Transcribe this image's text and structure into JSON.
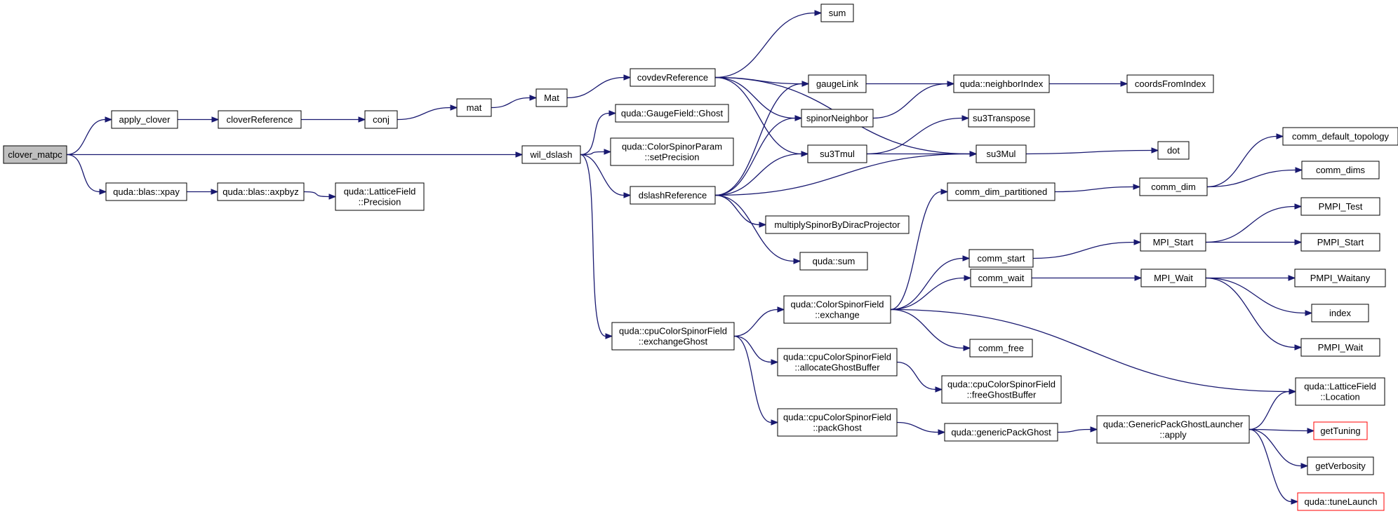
{
  "colors": {
    "edge": "#191970",
    "node_border": "#000000",
    "truncated_border": "#ff0000",
    "root_fill": "#bfbfbf",
    "node_fill": "#ffffff"
  },
  "nodes": [
    {
      "id": "clover_matpc",
      "lines": [
        "clover_matpc"
      ],
      "root": true
    },
    {
      "id": "apply_clover",
      "lines": [
        "apply_clover"
      ]
    },
    {
      "id": "cloverReference",
      "lines": [
        "cloverReference"
      ]
    },
    {
      "id": "conj",
      "lines": [
        "conj"
      ]
    },
    {
      "id": "mat",
      "lines": [
        "mat"
      ]
    },
    {
      "id": "Mat",
      "lines": [
        "Mat"
      ]
    },
    {
      "id": "covdevReference",
      "lines": [
        "covdevReference"
      ]
    },
    {
      "id": "sum",
      "lines": [
        "sum"
      ]
    },
    {
      "id": "gaugeLink",
      "lines": [
        "gaugeLink"
      ]
    },
    {
      "id": "neighborIndex",
      "lines": [
        "quda::neighborIndex"
      ]
    },
    {
      "id": "coordsFromIndex",
      "lines": [
        "coordsFromIndex"
      ]
    },
    {
      "id": "GaugeFieldGhost",
      "lines": [
        "quda::GaugeField::Ghost"
      ]
    },
    {
      "id": "spinorNeighbor",
      "lines": [
        "spinorNeighbor"
      ]
    },
    {
      "id": "su3Transpose",
      "lines": [
        "su3Transpose"
      ]
    },
    {
      "id": "setPrecision",
      "lines": [
        "quda::ColorSpinorParam",
        "::setPrecision"
      ]
    },
    {
      "id": "wil_dslash",
      "lines": [
        "wil_dslash"
      ]
    },
    {
      "id": "su3Tmul",
      "lines": [
        "su3Tmul"
      ]
    },
    {
      "id": "su3Mul",
      "lines": [
        "su3Mul"
      ]
    },
    {
      "id": "dot",
      "lines": [
        "dot"
      ]
    },
    {
      "id": "comm_default_topology",
      "lines": [
        "comm_default_topology"
      ]
    },
    {
      "id": "comm_dims",
      "lines": [
        "comm_dims"
      ]
    },
    {
      "id": "comm_dim",
      "lines": [
        "comm_dim"
      ]
    },
    {
      "id": "xpay",
      "lines": [
        "quda::blas::xpay"
      ]
    },
    {
      "id": "axpbyz",
      "lines": [
        "quda::blas::axpbyz"
      ]
    },
    {
      "id": "LatticeFieldPrecision",
      "lines": [
        "quda::LatticeField",
        "::Precision"
      ]
    },
    {
      "id": "dslashReference",
      "lines": [
        "dslashReference"
      ]
    },
    {
      "id": "comm_dim_partitioned",
      "lines": [
        "comm_dim_partitioned"
      ]
    },
    {
      "id": "multiplySpinor",
      "lines": [
        "multiplySpinorByDiracProjector"
      ]
    },
    {
      "id": "PMPI_Test",
      "lines": [
        "PMPI_Test"
      ]
    },
    {
      "id": "comm_start",
      "lines": [
        "comm_start"
      ]
    },
    {
      "id": "MPI_Start",
      "lines": [
        "MPI_Start"
      ]
    },
    {
      "id": "PMPI_Start",
      "lines": [
        "PMPI_Start"
      ]
    },
    {
      "id": "qudaSum",
      "lines": [
        "quda::sum"
      ]
    },
    {
      "id": "comm_wait",
      "lines": [
        "comm_wait"
      ]
    },
    {
      "id": "MPI_Wait",
      "lines": [
        "MPI_Wait"
      ]
    },
    {
      "id": "PMPI_Waitany",
      "lines": [
        "PMPI_Waitany"
      ]
    },
    {
      "id": "exchange",
      "lines": [
        "quda::ColorSpinorField",
        "::exchange"
      ]
    },
    {
      "id": "index",
      "lines": [
        "index"
      ]
    },
    {
      "id": "exchangeGhost",
      "lines": [
        "quda::cpuColorSpinorField",
        "::exchangeGhost"
      ]
    },
    {
      "id": "PMPI_Wait",
      "lines": [
        "PMPI_Wait"
      ]
    },
    {
      "id": "comm_free",
      "lines": [
        "comm_free"
      ]
    },
    {
      "id": "allocateGhostBuffer",
      "lines": [
        "quda::cpuColorSpinorField",
        "::allocateGhostBuffer"
      ]
    },
    {
      "id": "LatticeFieldLocation",
      "lines": [
        "quda::LatticeField",
        "::Location"
      ]
    },
    {
      "id": "freeGhostBuffer",
      "lines": [
        "quda::cpuColorSpinorField",
        "::freeGhostBuffer"
      ]
    },
    {
      "id": "packGhost",
      "lines": [
        "quda::cpuColorSpinorField",
        "::packGhost"
      ]
    },
    {
      "id": "genericPackGhost",
      "lines": [
        "quda::genericPackGhost"
      ]
    },
    {
      "id": "launcherApply",
      "lines": [
        "quda::GenericPackGhostLauncher",
        "::apply"
      ]
    },
    {
      "id": "getTuning",
      "lines": [
        "getTuning"
      ],
      "truncated": true
    },
    {
      "id": "getVerbosity",
      "lines": [
        "getVerbosity"
      ]
    },
    {
      "id": "tuneLaunch",
      "lines": [
        "quda::tuneLaunch"
      ],
      "truncated": true
    }
  ],
  "edges": [
    [
      "clover_matpc",
      "apply_clover"
    ],
    [
      "clover_matpc",
      "wil_dslash"
    ],
    [
      "clover_matpc",
      "xpay"
    ],
    [
      "apply_clover",
      "cloverReference"
    ],
    [
      "cloverReference",
      "conj"
    ],
    [
      "conj",
      "mat"
    ],
    [
      "mat",
      "Mat"
    ],
    [
      "Mat",
      "covdevReference"
    ],
    [
      "covdevReference",
      "sum"
    ],
    [
      "covdevReference",
      "gaugeLink"
    ],
    [
      "covdevReference",
      "spinorNeighbor"
    ],
    [
      "covdevReference",
      "su3Tmul"
    ],
    [
      "covdevReference",
      "su3Mul"
    ],
    [
      "gaugeLink",
      "neighborIndex"
    ],
    [
      "neighborIndex",
      "coordsFromIndex"
    ],
    [
      "spinorNeighbor",
      "neighborIndex"
    ],
    [
      "su3Tmul",
      "su3Transpose"
    ],
    [
      "su3Tmul",
      "su3Mul"
    ],
    [
      "su3Mul",
      "dot"
    ],
    [
      "wil_dslash",
      "GaugeFieldGhost"
    ],
    [
      "wil_dslash",
      "setPrecision"
    ],
    [
      "wil_dslash",
      "dslashReference"
    ],
    [
      "wil_dslash",
      "exchangeGhost"
    ],
    [
      "dslashReference",
      "gaugeLink"
    ],
    [
      "dslashReference",
      "spinorNeighbor"
    ],
    [
      "dslashReference",
      "su3Tmul"
    ],
    [
      "dslashReference",
      "su3Mul"
    ],
    [
      "dslashReference",
      "multiplySpinor"
    ],
    [
      "dslashReference",
      "qudaSum"
    ],
    [
      "xpay",
      "axpbyz"
    ],
    [
      "axpbyz",
      "LatticeFieldPrecision"
    ],
    [
      "comm_dim_partitioned",
      "comm_dim"
    ],
    [
      "comm_dim",
      "comm_default_topology"
    ],
    [
      "comm_dim",
      "comm_dims"
    ],
    [
      "exchangeGhost",
      "exchange"
    ],
    [
      "exchangeGhost",
      "allocateGhostBuffer"
    ],
    [
      "exchangeGhost",
      "packGhost"
    ],
    [
      "exchange",
      "comm_dim_partitioned"
    ],
    [
      "exchange",
      "comm_start"
    ],
    [
      "exchange",
      "comm_wait"
    ],
    [
      "exchange",
      "comm_free"
    ],
    [
      "exchange",
      "LatticeFieldLocation"
    ],
    [
      "comm_start",
      "MPI_Start"
    ],
    [
      "MPI_Start",
      "PMPI_Test"
    ],
    [
      "MPI_Start",
      "PMPI_Start"
    ],
    [
      "comm_wait",
      "MPI_Wait"
    ],
    [
      "MPI_Wait",
      "PMPI_Waitany"
    ],
    [
      "MPI_Wait",
      "index"
    ],
    [
      "MPI_Wait",
      "PMPI_Wait"
    ],
    [
      "allocateGhostBuffer",
      "freeGhostBuffer"
    ],
    [
      "packGhost",
      "genericPackGhost"
    ],
    [
      "genericPackGhost",
      "launcherApply"
    ],
    [
      "launcherApply",
      "LatticeFieldLocation"
    ],
    [
      "launcherApply",
      "getTuning"
    ],
    [
      "launcherApply",
      "getVerbosity"
    ],
    [
      "launcherApply",
      "tuneLaunch"
    ]
  ]
}
